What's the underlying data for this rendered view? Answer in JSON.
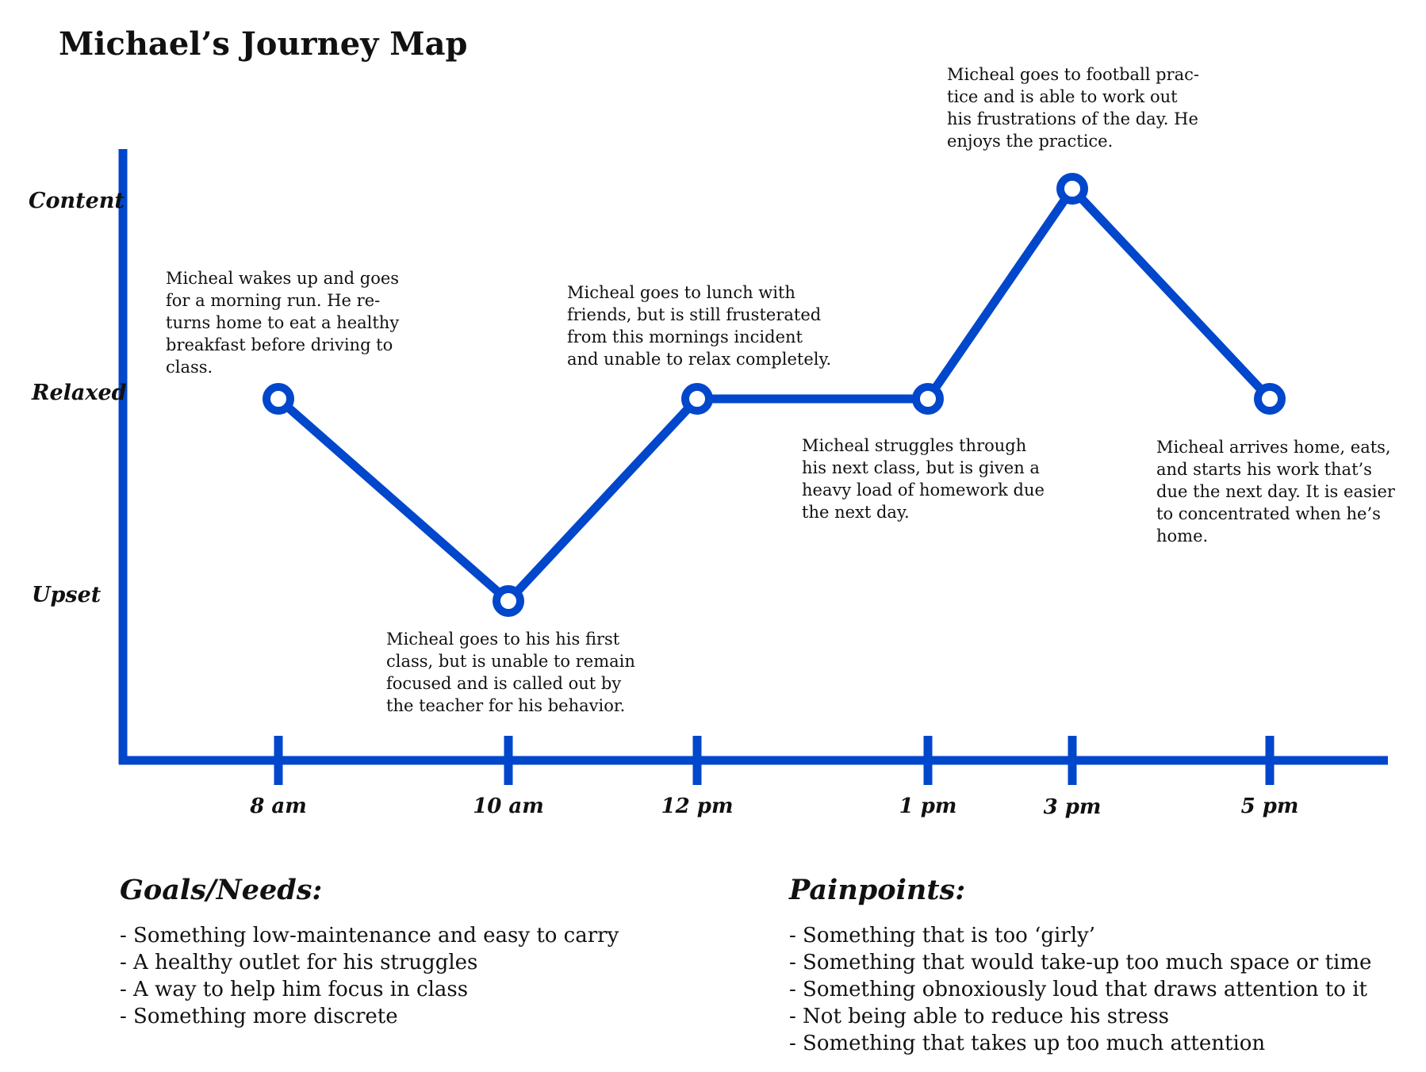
{
  "title": "Michael’s Journey Map",
  "colors": {
    "accent": "#0047CC",
    "text": "#111111",
    "background": "#ffffff"
  },
  "chart_data": {
    "type": "line",
    "x": [
      "8 am",
      "10 am",
      "12 pm",
      "1 pm",
      "3 pm",
      "5 pm"
    ],
    "y_levels": [
      "Upset",
      "Relaxed",
      "Content"
    ],
    "series": [
      {
        "values": [
          "Relaxed",
          "Upset",
          "Relaxed",
          "Relaxed",
          "Content",
          "Relaxed"
        ]
      }
    ],
    "grid": false,
    "legend": "none"
  },
  "notes": [
    {
      "lines": [
        "Micheal wakes up and goes",
        "for a morning run. He re-",
        "turns home to eat a healthy",
        "breakfast before driving to",
        "class."
      ]
    },
    {
      "lines": [
        "Micheal goes to his his first",
        "class, but is unable to remain",
        "focused and is called out by",
        "the teacher for his behavior."
      ]
    },
    {
      "lines": [
        "Micheal goes to lunch with",
        "friends, but is still frusterated",
        "from this mornings incident",
        "and unable to relax completely."
      ]
    },
    {
      "lines": [
        "Micheal struggles through",
        "his next class, but is given a",
        "heavy load of homework due",
        "the next day."
      ]
    },
    {
      "lines": [
        "Micheal goes to football prac-",
        "tice and is able to work out",
        "his frustrations of the day. He",
        "enjoys the practice."
      ]
    },
    {
      "lines": [
        "Micheal arrives home, eats,",
        "and starts his work that’s",
        "due the next day. It is easier",
        "to concentrated when he’s",
        "home."
      ]
    }
  ],
  "goals": {
    "heading": "Goals/Needs:",
    "items": [
      "- Something low-maintenance and easy to carry",
      "- A healthy outlet for his struggles",
      "- A way to help him focus in class",
      "- Something more discrete"
    ]
  },
  "painpoints": {
    "heading": "Painpoints:",
    "items": [
      "- Something that is too ‘girly’",
      "- Something that would take-up too much space or time",
      "- Something obnoxiously loud that draws attention to it",
      "- Not being able to reduce his stress",
      "- Something that takes up too much attention"
    ]
  }
}
